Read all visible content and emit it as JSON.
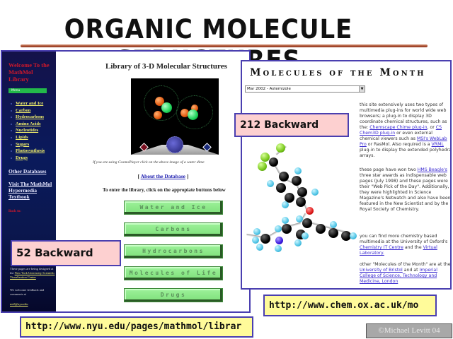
{
  "slide": {
    "title": "ORGANIC MOLECULE STRUCTURES",
    "accent_underline_color": "#8b2a12",
    "frame_border_color": "#4a3fb0",
    "copyright": "©Michael Levitt 04"
  },
  "left_screenshot": {
    "sidebar": {
      "welcome": "Welcome To the MathMol Library",
      "menu_label": "Menu",
      "links": [
        "Water and Ice",
        "Carbon",
        "Hydrocarbons",
        "Amino Acids",
        "Nucleotides",
        "Lipids",
        "Sugars",
        "Photosynthesis",
        "Drugs"
      ],
      "other_databases": "Other Databases",
      "visit_textbook": "Visit The MathMol Hypermedia Textbook",
      "back_to": "Back to:",
      "designed_text": "These pages are being designed at the",
      "designed_link": "New York University Scientific Visualization Center",
      "feedback_text": "We welcome feedback and comments at",
      "email": "mt2@nyu.edu"
    },
    "main": {
      "title": "Library of 3-D Molecular Structures",
      "caption": "If you are using CosmoPlayer click on the above image of a water dime",
      "about_prefix": "[ ",
      "about_link": "About the Database",
      "about_suffix": " ]",
      "enter_text": "To enter the library, click on the appropiate buttons below",
      "buttons": [
        "Water and Ice",
        "Carbons",
        "Hydrocarbons",
        "Molecules of Life",
        "Drugs"
      ]
    },
    "url_note": "http://www.nyu.edu/pages/mathmol/librar",
    "backward_note": "52 Backward"
  },
  "right_screenshot": {
    "title": "Molecules of the Month",
    "select_value": "Mar 2002 - Astemizole",
    "para1": {
      "t1": "this site extensively uses two types of multimedia plug-ins for world wide web browsers; a plug-in to display 3D coordinate chemical structures, such as the: ",
      "l1": "Chemscape Chime plug-in",
      "t2": ", or ",
      "l2": "CS Chem3D plug-in",
      "t3": " or even external chemical viewers such as ",
      "l3": "MSI's WebLab Pro",
      "t4": " or RasMol. Also required is a ",
      "l4": "VRML",
      "t5": " plug-in to display the extended polyhedra arrays."
    },
    "para2": {
      "t1": "these page have won two ",
      "l1": "HMS Beagle's",
      "t2": " three star awards as indispensable web pages (July 1998) and these pages were their \"Web Pick of the Day\". Additionally, they were highlighted in Science Magazine's Netwatch and also have been featured in the New Scientist and by the Royal Society of Chemistry."
    },
    "para3": {
      "t1": "you can find more chemistry based multimedia at the University of Oxford's ",
      "l1": "Chemistry IT Centre",
      "t2": " and the ",
      "l2": "Virtual Laboratory."
    },
    "para4": {
      "t1": "other \"Molecules of the Month\" are at the ",
      "l1": "University of Bristol",
      "t2": " and at ",
      "l2": "Imperial College of Science, Technology and Medicine, London"
    },
    "url_note": "http://www.chem.ox.ac.uk/mo",
    "backward_note": "212 Backward"
  }
}
